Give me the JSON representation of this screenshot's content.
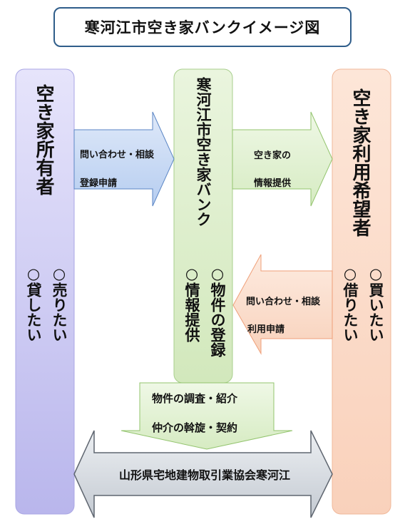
{
  "title": "寒河江市空き家バンクイメージ図",
  "owner": {
    "heading": "空き家所有者",
    "items": [
      "○売りたい",
      "○貸したい"
    ]
  },
  "bank": {
    "heading": "寒河江市空き家バンク",
    "items": [
      "○物件の登録",
      "○情報提供"
    ]
  },
  "user": {
    "heading": "空き家利用希望者",
    "items": [
      "○買いたい",
      "○借りたい"
    ]
  },
  "arrows": {
    "owner_to_bank": [
      "問い合わせ・相談",
      "登録申請"
    ],
    "bank_to_user": [
      "空き家の",
      "情報提供"
    ],
    "user_to_bank": [
      "問い合わせ・相談",
      "利用申請"
    ],
    "bank_down": [
      "物件の調査・紹介",
      "仲介の斡旋・契約"
    ]
  },
  "association": "山形県宅地建物取引業協会寒河江",
  "colors": {
    "owner_fill": "#c9c7f2",
    "bank_fill": "#d9ebc8",
    "user_fill": "#fbd9c6",
    "arrow_blue": "#c9dcf5",
    "arrow_green": "#e2f1d4",
    "arrow_orange": "#fbe0d0",
    "arrow_gray": "#d5dae0",
    "title_border": "#2f5d8a"
  }
}
